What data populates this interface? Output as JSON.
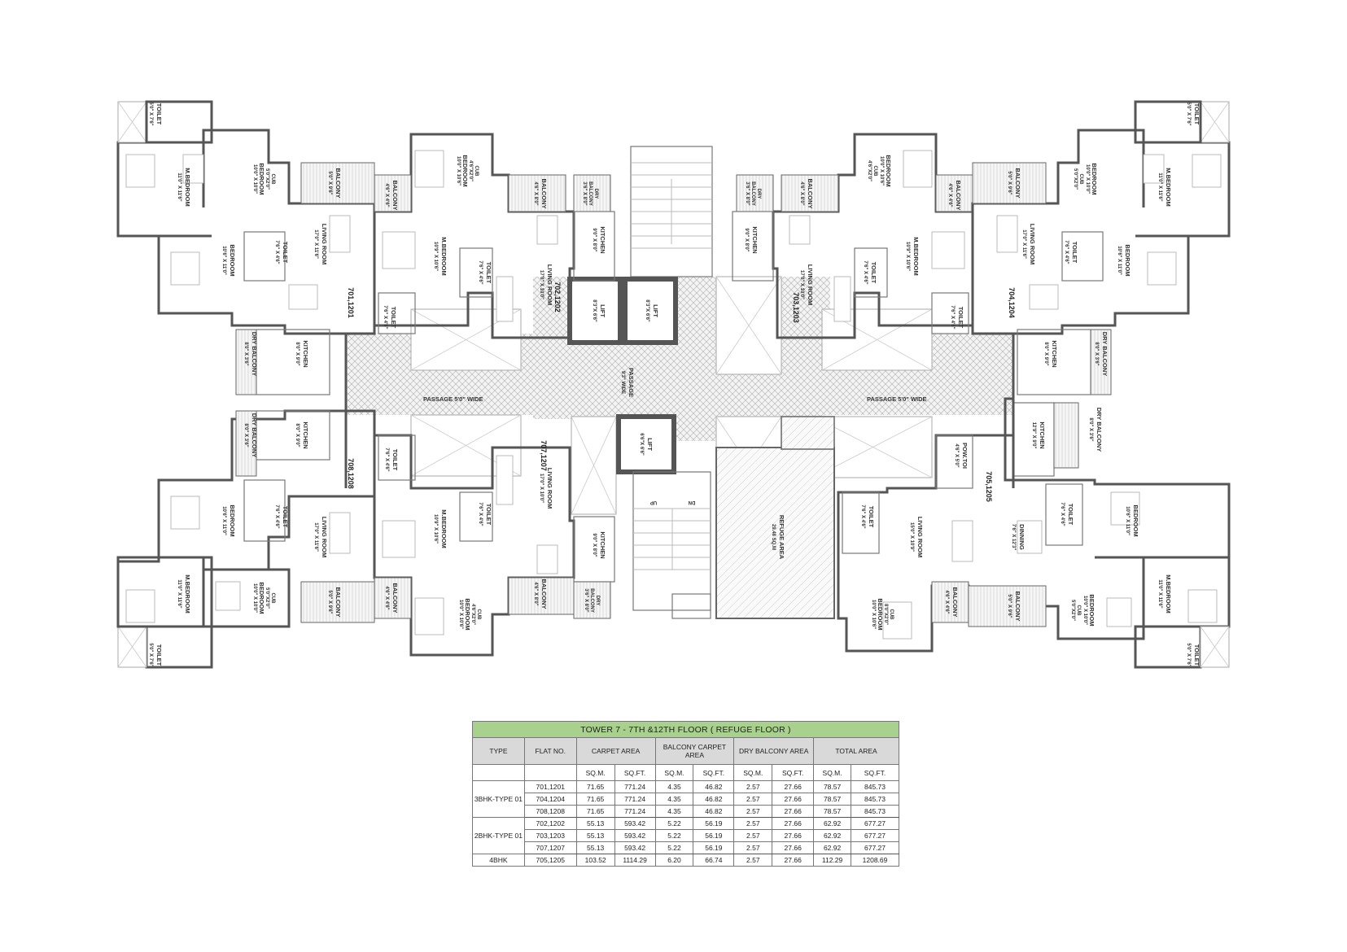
{
  "colors": {
    "flat_3bhk": "#f9e6e6",
    "flat_2bhk": "#f8f6dc",
    "flat_4bhk": "#e4eedb",
    "table_title_bg": "#a9d18e",
    "table_header_bg": "#d9d9d9",
    "wall": "#555555"
  },
  "floor_plan": {
    "flats": [
      {
        "id": "701,1201",
        "type": "3BHK-TYPE 01",
        "position": "top-left"
      },
      {
        "id": "702,1202",
        "type": "2BHK-TYPE 01",
        "position": "top-center-left"
      },
      {
        "id": "703,1203",
        "type": "2BHK-TYPE 01",
        "position": "top-center-right"
      },
      {
        "id": "704,1204",
        "type": "3BHK-TYPE 01",
        "position": "top-right"
      },
      {
        "id": "705,1205",
        "type": "4BHK",
        "position": "bottom-right"
      },
      {
        "id": "707,1207",
        "type": "2BHK-TYPE 01",
        "position": "bottom-center-left"
      },
      {
        "id": "708,1208",
        "type": "3BHK-TYPE 01",
        "position": "bottom-left"
      }
    ],
    "rooms": {
      "f701": {
        "toilet_a": [
          "TOILET",
          "5'0\" X 7'6\""
        ],
        "m_bedroom": [
          "M.BEDROOM",
          "11'0\" X 11'6\""
        ],
        "bedroom_a": [
          "CUB",
          "5'0\"X2'0\"",
          "BEDROOM",
          "10'0\" X 10'0\""
        ],
        "balcony": [
          "BALCONY",
          "5'0\" X 9'6\""
        ],
        "living": [
          "LIVING ROOM",
          "17'0\" X 11'6\""
        ],
        "toilet_b": [
          "TOILET",
          "7'6\" X 4'6\""
        ],
        "bedroom_b": [
          "BEDROOM",
          "10'6\" X 11'0\""
        ],
        "kitchen": [
          "KITCHEN",
          "8'0\" X 9'0\""
        ],
        "dry_balcony": [
          "DRY BALCONY",
          "8'0\" X 3'6\""
        ]
      },
      "f702": {
        "balcony_a": [
          "BALCONY",
          "4'6\" X 4'6\""
        ],
        "bedroom": [
          "CUB",
          "4'6\"X2'0\"",
          "BEDROOM",
          "10'0\" X 10'6\""
        ],
        "balcony_b": [
          "BALCONY",
          "4'6\" X 8'0\""
        ],
        "dry_balcony": [
          "DRY",
          "BALCONY",
          "3'6\" X 8'0\""
        ],
        "kitchen": [
          "KITCHEN",
          "9'0\" X 8'0\""
        ],
        "m_bedroom": [
          "M.BEDROOM",
          "10'9\" X 10'6\""
        ],
        "toilet_a": [
          "TOILET",
          "7'6\" X 4'6\""
        ],
        "living": [
          "LIVING ROOM",
          "17'0\" X 10'0\""
        ],
        "toilet_b": [
          "TOILET",
          "7'6\" X 4'6\""
        ]
      },
      "f703": {
        "dry_balcony": [
          "DRY",
          "BALCONY",
          "3'6\" X 8'0\""
        ],
        "balcony_b": [
          "BALCONY",
          "4'6\" X 8'0\""
        ],
        "bedroom": [
          "BEDROOM",
          "10'0\" X 10'6\"",
          "CUB",
          "4'6\"X2'0\""
        ],
        "balcony_a": [
          "BALCONY",
          "4'6\" X 4'6\""
        ],
        "kitchen": [
          "KITCHEN",
          "9'0\" X 8'0\""
        ],
        "living": [
          "LIVING ROOM",
          "17'0\" X 10'0\""
        ],
        "toilet_a": [
          "TOILET",
          "7'6\" X 4'6\""
        ],
        "m_bedroom": [
          "M.BEDROOM",
          "10'9\" X 10'6\""
        ],
        "toilet_b": [
          "TOILET",
          "7'6\" X 4'6\""
        ]
      },
      "f704": {
        "balcony": [
          "BALCONY",
          "5'0\" X 9'6\""
        ],
        "bedroom_a": [
          "BEDROOM",
          "10'0\" X 10'0\"",
          "CUB",
          "5'0\"X2'0\""
        ],
        "m_bedroom": [
          "M.BEDROOM",
          "11'0\" X 11'6\""
        ],
        "toilet_a": [
          "TOILET",
          "5'0\" X 7'6\""
        ],
        "living": [
          "LIVING ROOM",
          "17'0\" X 11'6\""
        ],
        "toilet_b": [
          "TOILET",
          "7'6\" X 4'6\""
        ],
        "bedroom_b": [
          "BEDROOM",
          "10'6\" X 11'0\""
        ],
        "kitchen": [
          "KITCHEN",
          "8'0\" X 9'0\""
        ],
        "dry_balcony": [
          "DRY BALCONY",
          "8'0\" X 3'6\""
        ]
      },
      "f705": {
        "kitchen": [
          "KITCHEN",
          "12'9\" X 9'0\""
        ],
        "dry_balcony": [
          "DRY BALCONY",
          "8'0\" X 3'6\""
        ],
        "pow_toilet": [
          "POW.TOI",
          "4'6\" X 5'0\""
        ],
        "dining": [
          "DINNING",
          "7'6\" X 12'3\""
        ],
        "living": [
          "LIVING ROOM",
          "15'0\" X 10'9\""
        ],
        "toilet_a": [
          "TOILET",
          "7'6\" X 4'6\""
        ],
        "toilet_b": [
          "TOILET",
          "7'6\" X 4'6\""
        ],
        "bedroom_a": [
          "BEDROOM",
          "10'6\" X 11'0\""
        ],
        "bedroom_b": [
          "CUB",
          "8'0\"X2'0\"",
          "BEDROOM",
          "10'0\" X 10'6\""
        ],
        "balcony_a": [
          "BALCONY",
          "4'6\" X 4'6\""
        ],
        "balcony_b": [
          "BALCONY",
          "5'0\" X 9'6\""
        ],
        "bedroom_c": [
          "BEDROOM",
          "10'0\" X 10'0\"",
          "CUB",
          "5'0\"X2'0\""
        ],
        "m_bedroom": [
          "M.BEDROOM",
          "11'0\" X 11'6\""
        ],
        "toilet_c": [
          "TOILET",
          "5'0\" X 7'6\""
        ]
      },
      "f707": {
        "toilet_a": [
          "TOILET",
          "7'6\" X 4'6\""
        ],
        "living": [
          "LIVING ROOM",
          "17'0\" X 10'0\""
        ],
        "m_bedroom": [
          "M.BEDROOM",
          "10'9\" X 10'6\""
        ],
        "toilet_b": [
          "TOILET",
          "7'6\" X 4'6\""
        ],
        "kitchen": [
          "KITCHEN",
          "9'0\" X 8'0\""
        ],
        "balcony_a": [
          "BALCONY",
          "4'6\" X 4'6\""
        ],
        "bedroom": [
          "CUB",
          "4'6\"X2'0\"",
          "BEDROOM",
          "10'0\" X 10'6\""
        ],
        "balcony_b": [
          "BALCONY",
          "4'6\" X 8'0\""
        ],
        "dry_balcony": [
          "DRY",
          "BALCONY",
          "3'6\" X 8'0\""
        ]
      },
      "f708": {
        "kitchen": [
          "KITCHEN",
          "8'0\" X 9'0\""
        ],
        "dry_balcony": [
          "DRY BALCONY",
          "8'0\" X 3'6\""
        ],
        "toilet_a": [
          "TOILET",
          "7'6\" X 4'6\""
        ],
        "living": [
          "LIVING ROOM",
          "17'0\" X 11'6\""
        ],
        "bedroom_b": [
          "BEDROOM",
          "10'6\" X 11'0\""
        ],
        "balcony": [
          "BALCONY",
          "5'0\" X 9'6\""
        ],
        "m_bedroom": [
          "M.BEDROOM",
          "11'0\" X 11'6\""
        ],
        "bedroom_a": [
          "CUB",
          "5'0\"X2'0\"",
          "BEDROOM",
          "10'0\" X 10'0\""
        ],
        "toilet_c": [
          "TOILET",
          "5'0\" X 7'6\""
        ]
      }
    },
    "core": {
      "lift_1": [
        "LIFT",
        "8'3\"X 6'6\""
      ],
      "lift_2": [
        "LIFT",
        "8'3\"X 6'6\""
      ],
      "lift_3": [
        "LIFT",
        "6'6\"X 6'6\""
      ],
      "passage_left": "PASSAGE  5'0\" WIDE",
      "passage_right": "PASSAGE  5'0\" WIDE",
      "passage_center": [
        "PASSAGE",
        "9'3\" WIDE"
      ],
      "stair_up": "UP",
      "stair_dn": "DN",
      "refuge": [
        "REFUGE AREA",
        "29.48 SQ.M"
      ]
    }
  },
  "area_table": {
    "title": "TOWER 7 - 7TH &12TH  FLOOR ( REFUGE FLOOR )",
    "headers": [
      "TYPE",
      "FLAT NO.",
      "CARPET AREA",
      "BALCONY CARPET AREA",
      "DRY BALCONY AREA",
      "TOTAL  AREA"
    ],
    "units": [
      "SQ.M.",
      "SQ.FT.",
      "SQ.M.",
      "SQ.FT.",
      "SQ.M.",
      "SQ.FT.",
      "SQ.M.",
      "SQ.FT."
    ],
    "groups": [
      {
        "type": "3BHK-TYPE 01",
        "rows": [
          [
            "701,1201",
            "71.65",
            "771.24",
            "4.35",
            "46.82",
            "2.57",
            "27.66",
            "78.57",
            "845.73"
          ],
          [
            "704,1204",
            "71.65",
            "771.24",
            "4.35",
            "46.82",
            "2.57",
            "27.66",
            "78.57",
            "845.73"
          ],
          [
            "708,1208",
            "71.65",
            "771.24",
            "4.35",
            "46.82",
            "2.57",
            "27.66",
            "78.57",
            "845.73"
          ]
        ]
      },
      {
        "type": "2BHK-TYPE 01",
        "rows": [
          [
            "702,1202",
            "55.13",
            "593.42",
            "5.22",
            "56.19",
            "2.57",
            "27.66",
            "62.92",
            "677.27"
          ],
          [
            "703,1203",
            "55.13",
            "593.42",
            "5.22",
            "56.19",
            "2.57",
            "27.66",
            "62.92",
            "677.27"
          ],
          [
            "707,1207",
            "55.13",
            "593.42",
            "5.22",
            "56.19",
            "2.57",
            "27.66",
            "62.92",
            "677.27"
          ]
        ]
      },
      {
        "type": "4BHK",
        "rows": [
          [
            "705,1205",
            "103.52",
            "1114.29",
            "6.20",
            "66.74",
            "2.57",
            "27.66",
            "112.29",
            "1208.69"
          ]
        ]
      }
    ]
  }
}
